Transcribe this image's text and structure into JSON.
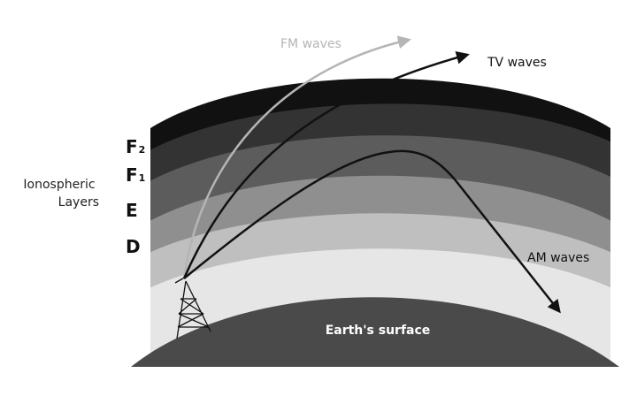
{
  "side_label": {
    "line1": "Ionospheric",
    "line2": "Layers"
  },
  "layers": [
    {
      "id": "F2",
      "letter": "F",
      "sub": "2",
      "color": "#333333"
    },
    {
      "id": "F1",
      "letter": "F",
      "sub": "1",
      "color": "#5c5c5c"
    },
    {
      "id": "E",
      "letter": "E",
      "sub": "",
      "color": "#8f8f8f"
    },
    {
      "id": "D",
      "letter": "D",
      "sub": "",
      "color": "#bfbfbf"
    }
  ],
  "waves": {
    "fm": {
      "label": "FM waves",
      "color": "#b5b5b5"
    },
    "tv": {
      "label": "TV waves",
      "color": "#111111"
    },
    "am": {
      "label": "AM waves",
      "color": "#111111"
    }
  },
  "earth": {
    "label": "Earth's surface",
    "color": "#4a4a4a"
  },
  "colors": {
    "outer_layer": "#111111",
    "lower_atmosphere": "#e6e6e6"
  }
}
